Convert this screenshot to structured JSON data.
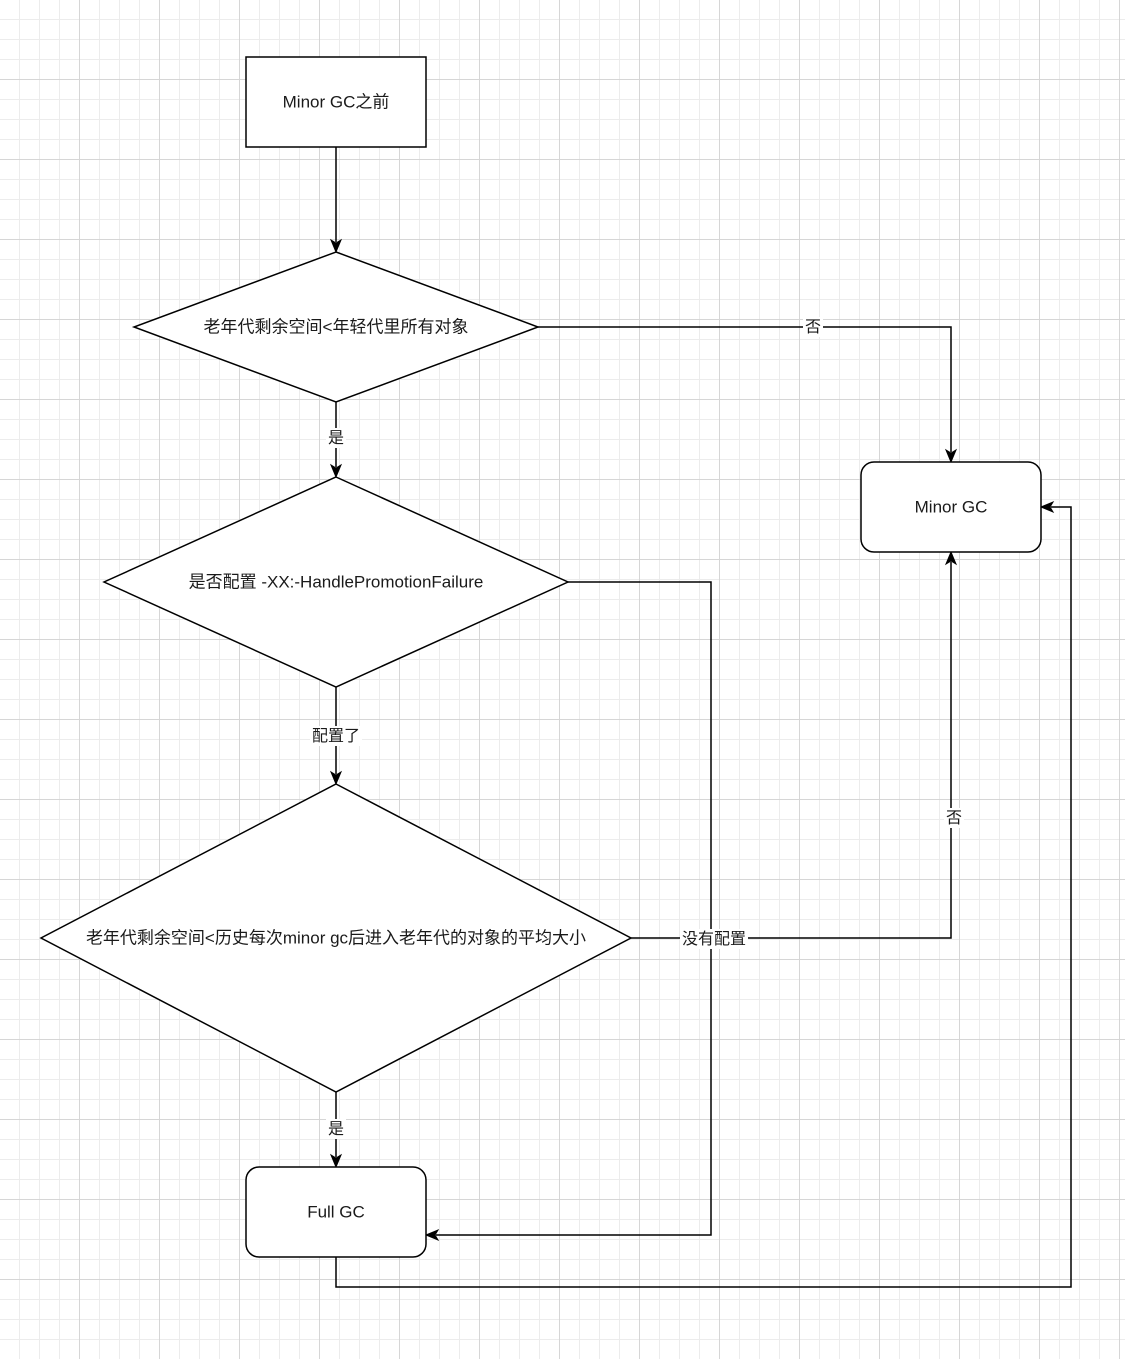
{
  "nodes": {
    "start": "Minor GC之前",
    "check_young": "老年代剩余空间<年轻代里所有对象",
    "check_config": "是否配置 -XX:-HandlePromotionFailure",
    "check_avg": "老年代剩余空间<历史每次minor gc后进入老年代的对象的平均大小",
    "minor_gc": "Minor GC",
    "full_gc": "Full GC"
  },
  "edges": {
    "young_no": "否",
    "young_yes": "是",
    "config_yes": "配置了",
    "config_no": "没有配置",
    "avg_no": "否",
    "avg_yes": "是"
  }
}
